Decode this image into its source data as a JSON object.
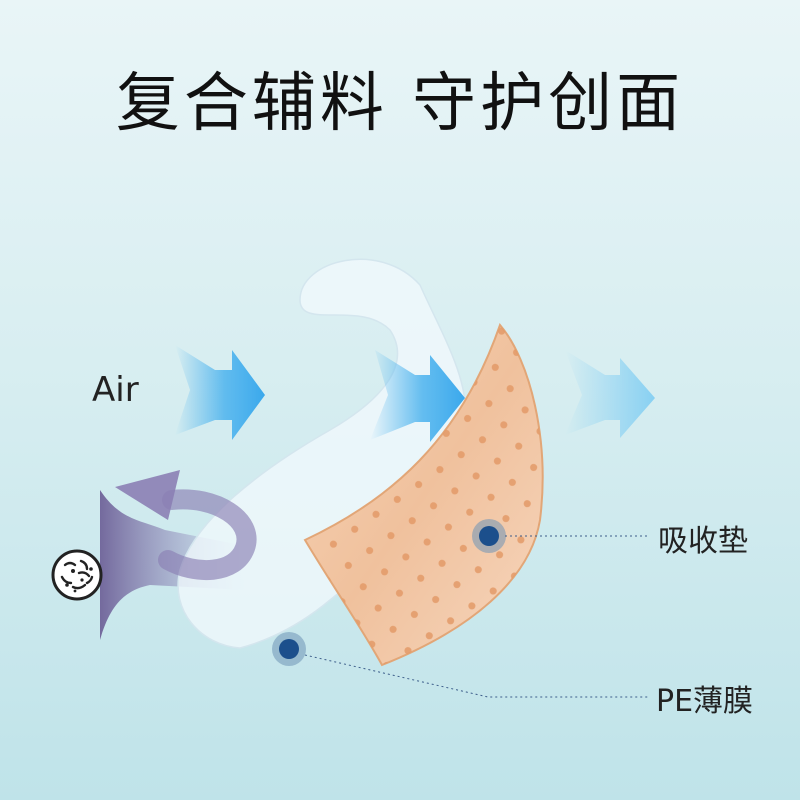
{
  "title": "复合辅料 守护创面",
  "labels": {
    "air": "Air",
    "absorbent_pad": "吸收垫",
    "pe_film": "PE薄膜"
  },
  "icons": [
    "bacteria-icon",
    "air-flow-arrow-icon",
    "return-arrow-icon"
  ],
  "colors": {
    "background_top": "#e9f5f7",
    "background_bottom": "#bfe3e9",
    "film": "#eef8fb",
    "pad": "#f2c9a8",
    "pad_dots": "#e6a273",
    "marker": "#1c4f8c",
    "air_arrow": "#4cb3ee",
    "return_arrow": "#8a7fb3"
  }
}
